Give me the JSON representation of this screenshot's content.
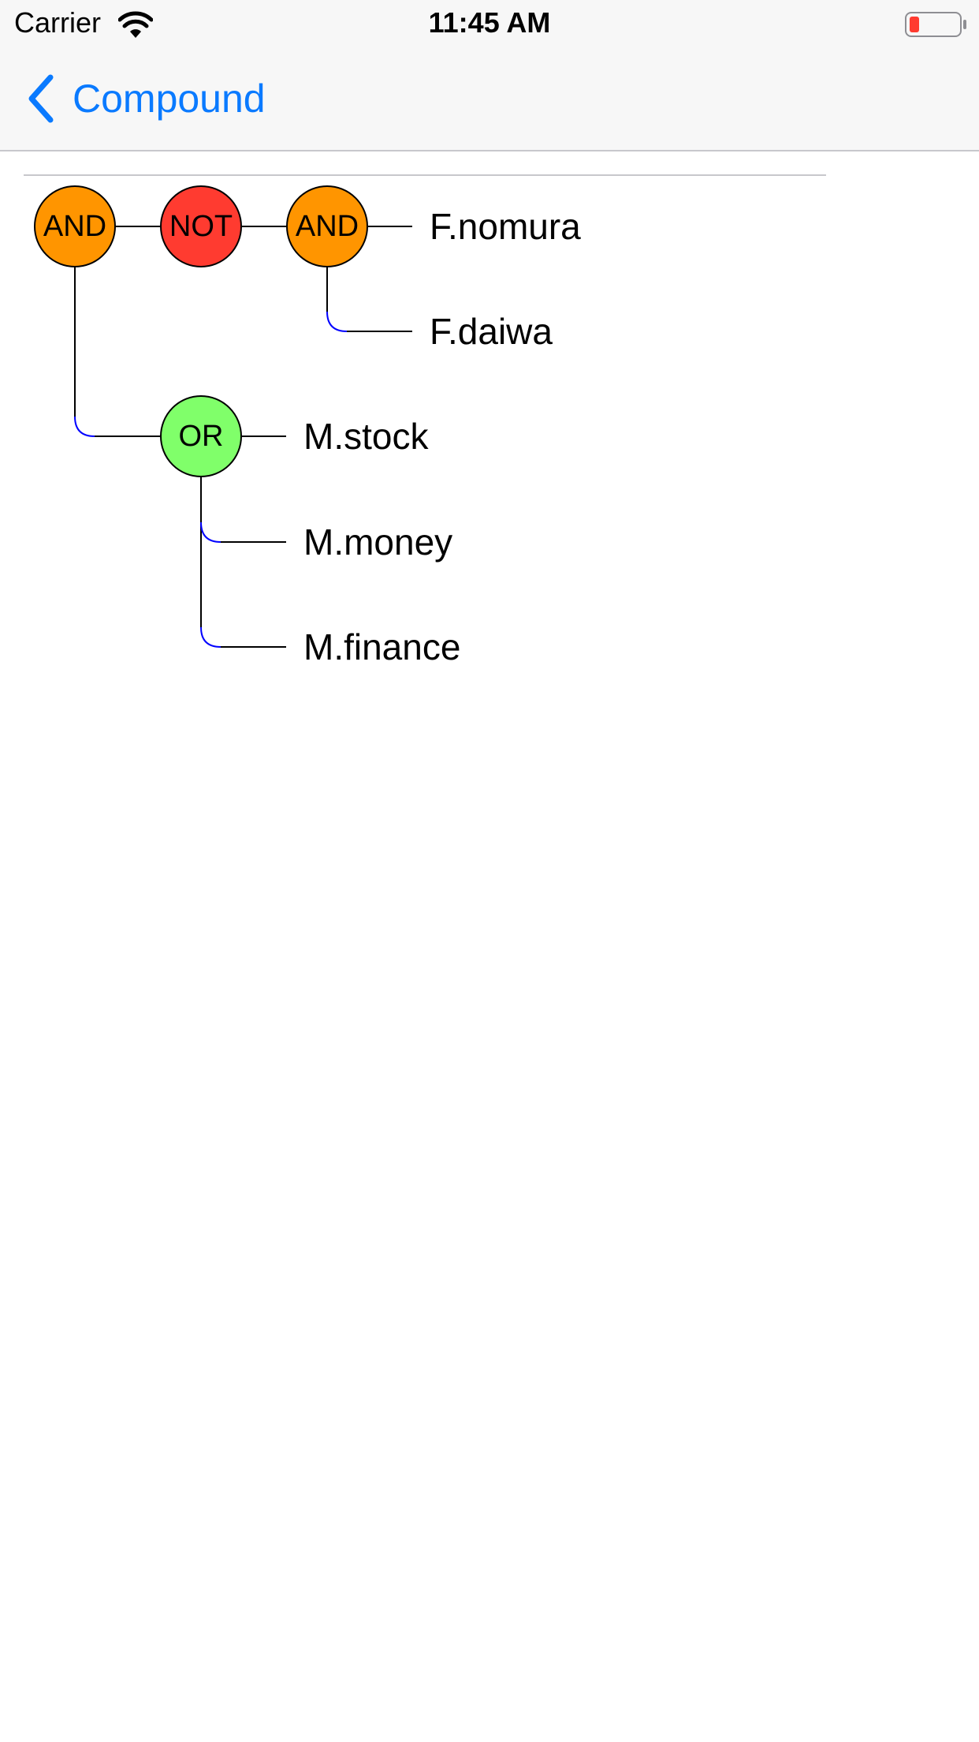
{
  "status_bar": {
    "carrier": "Carrier",
    "time": "11:45 AM",
    "wifi_icon": "wifi-icon",
    "battery_icon": "battery-low-icon",
    "battery_color": "#ff3b30"
  },
  "nav": {
    "back_label": "Compound",
    "back_icon": "chevron-left-icon",
    "accent_color": "#0a7aff"
  },
  "tree": {
    "root_operator": "AND",
    "not_operator": "NOT",
    "inner_and_operator": "AND",
    "or_operator": "OR",
    "leaves": {
      "f_nomura": "F.nomura",
      "f_daiwa": "F.daiwa",
      "m_stock": "M.stock",
      "m_money": "M.money",
      "m_finance": "M.finance"
    },
    "colors": {
      "and": "#ff9500",
      "not": "#ff3b30",
      "or": "#80ff6a",
      "connector": "#000000",
      "branch_curve": "#0000ff"
    }
  }
}
